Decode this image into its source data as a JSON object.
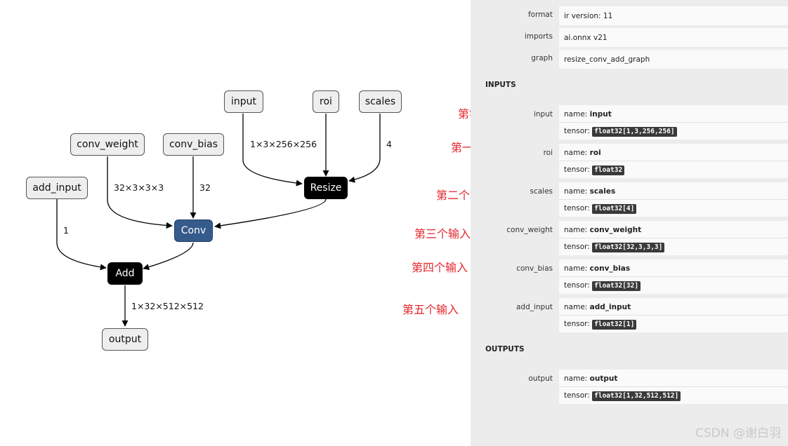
{
  "graph": {
    "nodes": {
      "input": "input",
      "roi": "roi",
      "scales": "scales",
      "conv_weight": "conv_weight",
      "conv_bias": "conv_bias",
      "add_input": "add_input",
      "resize": "Resize",
      "conv": "Conv",
      "add": "Add",
      "output": "output"
    },
    "edge_labels": {
      "input_resize": "1×3×256×256",
      "scales_resize": "4",
      "conv_weight_conv": "32×3×3×3",
      "conv_bias_conv": "32",
      "add_input_add": "1",
      "add_output": "1×32×512×512"
    }
  },
  "annotations": [
    "第零个输入",
    "第一个输入",
    "第二个输入",
    "第三个输入",
    "第四个输入",
    "第五个输入"
  ],
  "sidebar": {
    "properties": [
      {
        "key": "format",
        "value": "ir version: 11"
      },
      {
        "key": "imports",
        "value": "ai.onnx v21"
      },
      {
        "key": "graph",
        "value": "resize_conv_add_graph"
      }
    ],
    "inputs_title": "INPUTS",
    "name_label": "name:",
    "tensor_label": "tensor:",
    "inputs": [
      {
        "key": "input",
        "name": "input",
        "tensor": "float32[1,3,256,256]"
      },
      {
        "key": "roi",
        "name": "roi",
        "tensor": "float32"
      },
      {
        "key": "scales",
        "name": "scales",
        "tensor": "float32[4]"
      },
      {
        "key": "conv_weight",
        "name": "conv_weight",
        "tensor": "float32[32,3,3,3]"
      },
      {
        "key": "conv_bias",
        "name": "conv_bias",
        "tensor": "float32[32]"
      },
      {
        "key": "add_input",
        "name": "add_input",
        "tensor": "float32[1]"
      }
    ],
    "outputs_title": "OUTPUTS",
    "outputs": [
      {
        "key": "output",
        "name": "output",
        "tensor": "float32[1,32,512,512]"
      }
    ]
  },
  "watermark": "CSDN @谢白羽",
  "colors": {
    "annotation": "#e5262c",
    "conv_node": "#355a8c",
    "op_node": "#000000",
    "sidebar_bg": "#ececec"
  }
}
